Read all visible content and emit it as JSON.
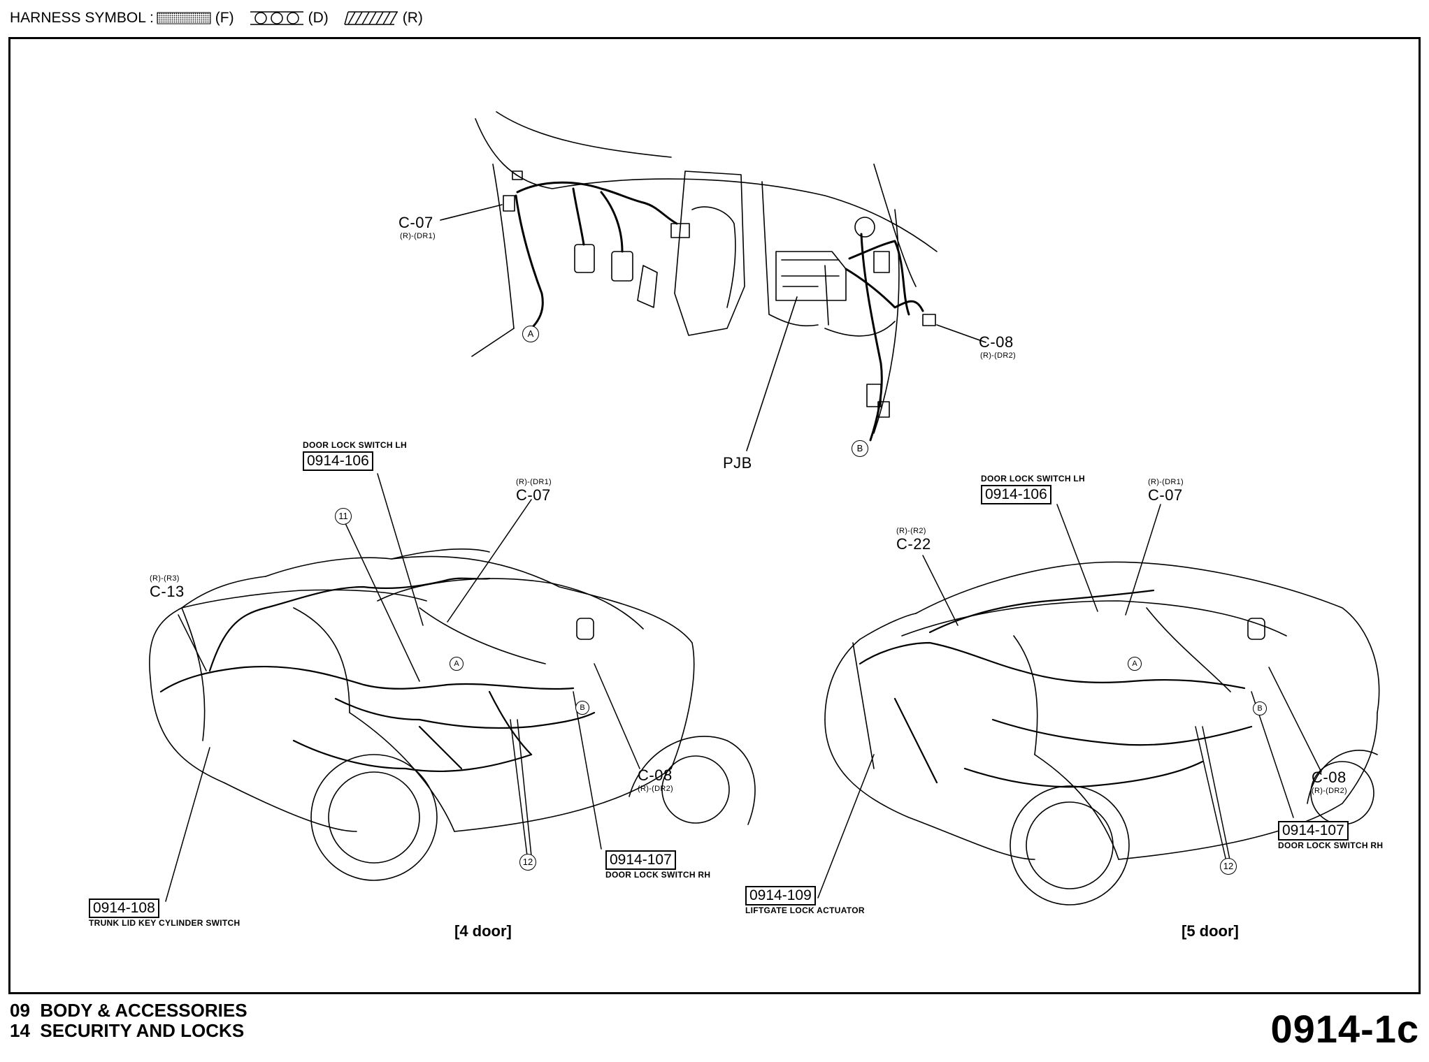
{
  "header": {
    "prefix": "HARNESS SYMBOL :",
    "symbols": [
      {
        "icon": "dotted-harness-icon",
        "label": "(F)"
      },
      {
        "icon": "circle-harness-icon",
        "label": "(D)"
      },
      {
        "icon": "hatched-harness-icon",
        "label": "(R)"
      }
    ]
  },
  "top_view": {
    "c07": {
      "code": "C-07",
      "sub": "(R)-(DR1)"
    },
    "c08": {
      "code": "C-08",
      "sub": "(R)-(DR2)"
    },
    "pjb": "PJB",
    "marker_a": "A",
    "marker_b": "B"
  },
  "four_door": {
    "title": "[4 door]",
    "door_lock_lh": {
      "caption": "DOOR LOCK SWITCH LH",
      "ref": "0914-106"
    },
    "c07": {
      "code": "C-07",
      "sub": "(R)-(DR1)"
    },
    "c13": {
      "code": "C-13",
      "sub": "(R)-(R3)"
    },
    "c08": {
      "code": "C-08",
      "sub": "(R)-(DR2)"
    },
    "marker_11": "11",
    "marker_12": "12",
    "marker_a": "A",
    "marker_b": "B",
    "door_lock_rh": {
      "caption": "DOOR LOCK SWITCH RH",
      "ref": "0914-107"
    },
    "trunk": {
      "caption": "TRUNK LID KEY CYLINDER SWITCH",
      "ref": "0914-108"
    }
  },
  "five_door": {
    "title": "[5 door]",
    "door_lock_lh": {
      "caption": "DOOR LOCK SWITCH LH",
      "ref": "0914-106"
    },
    "c07": {
      "code": "C-07",
      "sub": "(R)-(DR1)"
    },
    "c22": {
      "code": "C-22",
      "sub": "(R)-(R2)"
    },
    "c08": {
      "code": "C-08",
      "sub": "(R)-(DR2)"
    },
    "marker_12": "12",
    "marker_a": "A",
    "marker_b": "B",
    "door_lock_rh": {
      "caption": "DOOR LOCK SWITCH RH",
      "ref": "0914-107"
    },
    "liftgate": {
      "caption": "LIFTGATE LOCK ACTUATOR",
      "ref": "0914-109"
    }
  },
  "footer": {
    "line1": "09  BODY & ACCESSORIES",
    "line2": "14  SECURITY AND LOCKS",
    "page": "0914-1c"
  }
}
